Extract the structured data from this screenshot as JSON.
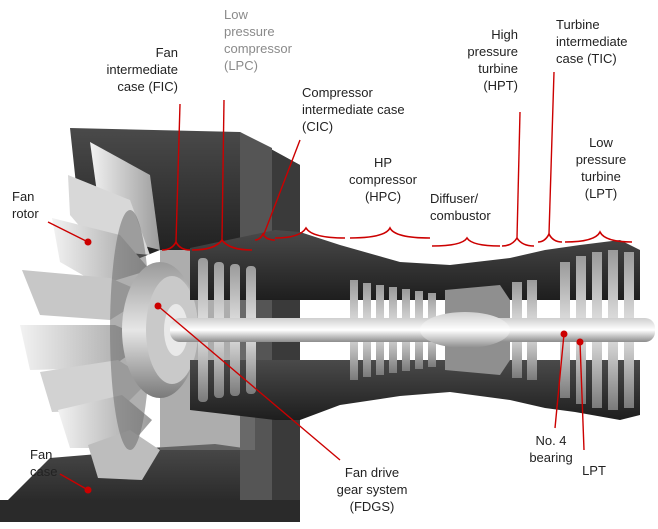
{
  "diagram": {
    "accent_color": "#cc0000",
    "labels": {
      "fic": "Fan\nintermediate\ncase (FIC)",
      "lpc": "Low\npressure\ncompressor\n(LPC)",
      "cic": "Compressor\nintermediate case\n(CIC)",
      "hpt": "High\npressure\nturbine\n(HPT)",
      "tic": "Turbine\nintermediate\ncase (TIC)",
      "fan_rotor": "Fan\nrotor",
      "hpc": "HP\ncompressor\n(HPC)",
      "diffuser": "Diffuser/\ncombustor",
      "lpt_top": "Low\npressure\nturbine\n(LPT)",
      "fan_case": "Fan\ncase",
      "fdgs": "Fan drive\ngear system\n(FDGS)",
      "bearing": "No. 4\nbearing",
      "lpt_bottom": "LPT"
    }
  }
}
